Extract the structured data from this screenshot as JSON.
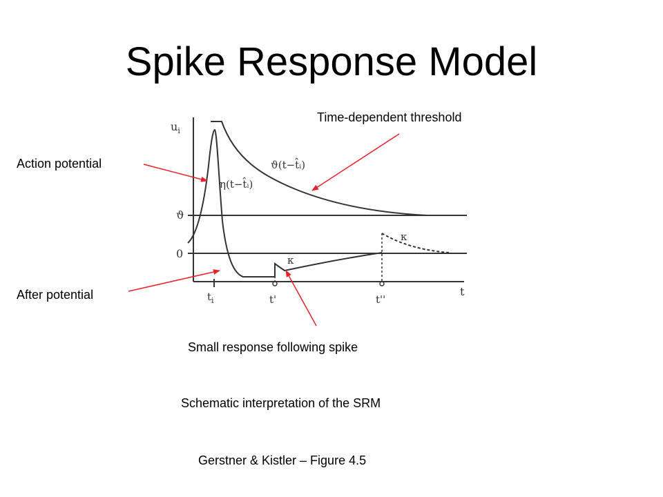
{
  "slide": {
    "title": "Spike Response Model"
  },
  "annotations": {
    "time_dependent_threshold": "Time-dependent threshold",
    "action_potential": "Action potential",
    "after_potential": "After potential",
    "small_response": "Small response following spike"
  },
  "captions": {
    "schematic": "Schematic interpretation of the SRM",
    "source": "Gerstner & Kistler – Figure 4.5"
  },
  "figure": {
    "y_axis_label": "u",
    "y_axis_subscript": "i",
    "x_axis_label": "t",
    "threshold_label": "ϑ",
    "zero_label": "0",
    "ti_tick": "t",
    "ti_tick_sub": "i",
    "t_prime_tick": "t'",
    "t_double_prime_tick": "t''",
    "theta_curve_label": "ϑ(t−t̂ᵢ)",
    "eta_curve_label": "η(t−t̂ᵢ)",
    "kappa_label_1": "κ",
    "kappa_label_2": "κ"
  },
  "colors": {
    "arrow": "#e8202a",
    "figure_ink": "#333333"
  }
}
